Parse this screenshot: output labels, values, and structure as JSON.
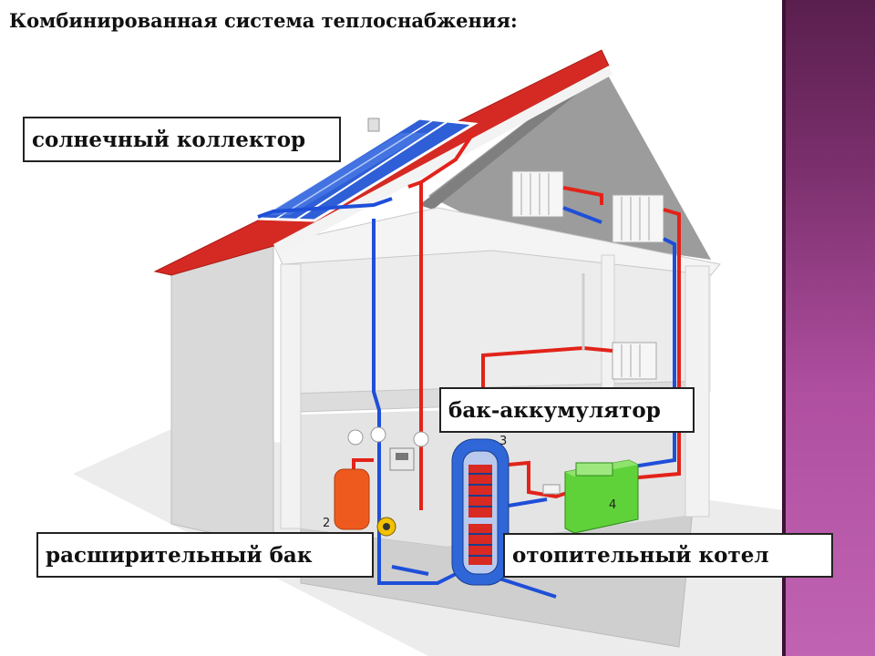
{
  "title": "Комбинированная система теплоснабжения:",
  "labels": {
    "solar_collector": "солнечный коллектор",
    "accumulator_tank": "бак-аккумулятор",
    "expansion_tank": "расширительный бак",
    "heating_boiler": "отопительный котел"
  },
  "component_numbers": {
    "expansion_tank": "2",
    "accumulator_tank": "3",
    "boiler": "4"
  },
  "colors": {
    "roof": "#d52a24",
    "solar_panel": "#2f5fd6",
    "hot_pipe": "#e2231a",
    "cold_pipe": "#1f4fd8",
    "boiler": "#5fd23a",
    "expansion_tank": "#ee5a1e",
    "side_band": "#9b3f8c"
  }
}
